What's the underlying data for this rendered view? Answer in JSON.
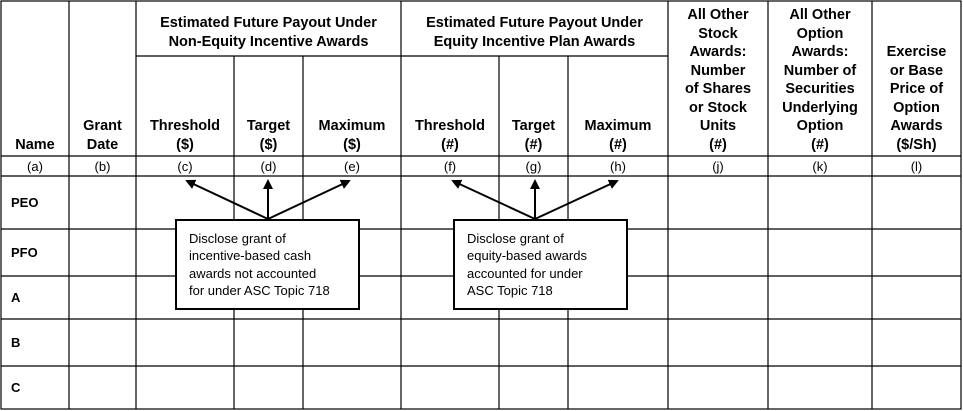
{
  "groups": {
    "non_equity": "Estimated Future Payout Under\nNon-Equity Incentive Awards",
    "equity": "Estimated Future Payout Under\nEquity Incentive Plan Awards"
  },
  "headers": {
    "name": "Name",
    "grant_date": "Grant\nDate",
    "ne_threshold": "Threshold\n($)",
    "ne_target": "Target\n($)",
    "ne_maximum": "Maximum\n($)",
    "eq_threshold": "Threshold\n(#)",
    "eq_target": "Target\n(#)",
    "eq_maximum": "Maximum\n(#)",
    "stock_awards": "All Other\nStock\nAwards:\nNumber\nof Shares\nor Stock\nUnits\n(#)",
    "option_awards": "All Other\nOption\nAwards:\nNumber of\nSecurities\nUnderlying\nOption\n(#)",
    "exercise_price": "Exercise\nor Base\nPrice of\nOption\nAwards\n($/Sh)"
  },
  "letters": [
    "(a)",
    "(b)",
    "(c)",
    "(d)",
    "(e)",
    "(f)",
    "(g)",
    "(h)",
    "(j)",
    "(k)",
    "(l)"
  ],
  "rows": [
    "PEO",
    "PFO",
    "A",
    "B",
    "C"
  ],
  "callouts": {
    "cash": "Disclose grant of\nincentive-based cash\nawards not accounted\nfor under ASC Topic 718",
    "equity": "Disclose grant of\nequity-based awards\naccounted for under\nASC Topic 718"
  }
}
